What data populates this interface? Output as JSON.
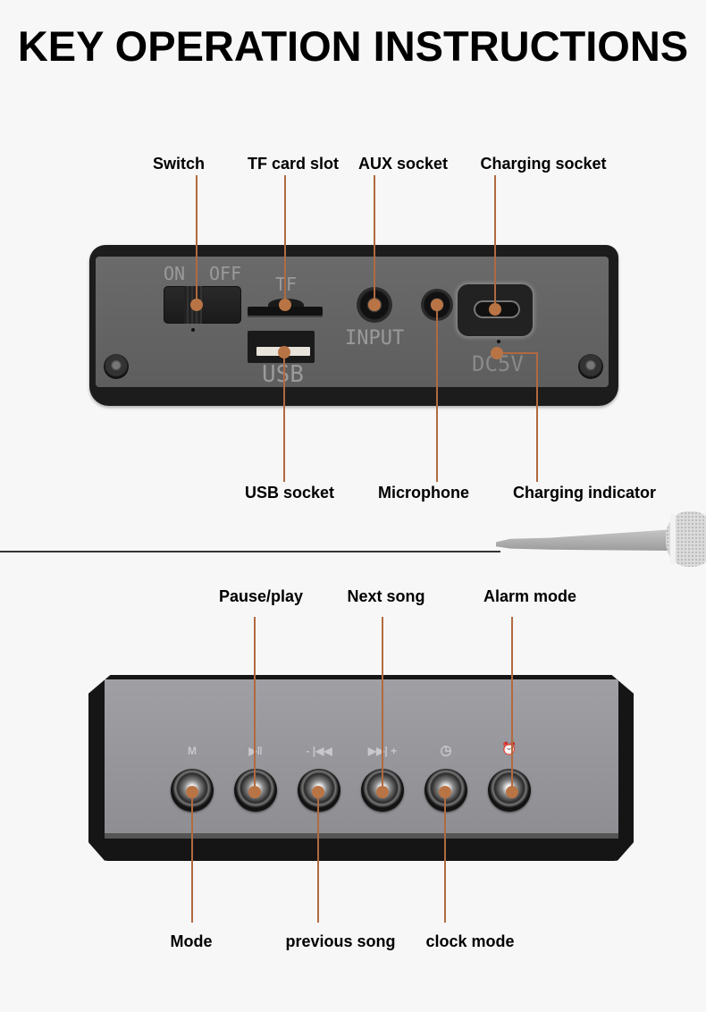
{
  "title": "KEY OPERATION INSTRUCTIONS",
  "accent_color": "#b06a40",
  "back_panel": {
    "top_labels": [
      {
        "id": "switch",
        "label": "Switch"
      },
      {
        "id": "tf-card-slot",
        "label": "TF card slot"
      },
      {
        "id": "aux-socket",
        "label": "AUX socket"
      },
      {
        "id": "charging-socket",
        "label": "Charging socket"
      }
    ],
    "bottom_labels": [
      {
        "id": "usb-socket",
        "label": "USB socket"
      },
      {
        "id": "microphone",
        "label": "Microphone"
      },
      {
        "id": "charging-indicator",
        "label": "Charging indicator"
      }
    ],
    "prints": {
      "on": "ON",
      "off": "OFF",
      "tf": "TF",
      "usb": "USB",
      "input": "INPUT",
      "dc": "DC5V"
    }
  },
  "button_panel": {
    "top_labels": [
      {
        "id": "pause-play",
        "label": "Pause/play"
      },
      {
        "id": "next-song",
        "label": "Next song"
      },
      {
        "id": "alarm-mode",
        "label": "Alarm mode"
      }
    ],
    "bottom_labels": [
      {
        "id": "mode",
        "label": "Mode"
      },
      {
        "id": "previous-song",
        "label": "previous song"
      },
      {
        "id": "clock-mode",
        "label": "clock mode"
      }
    ],
    "buttons": [
      {
        "name": "mode-button",
        "icon": "M"
      },
      {
        "name": "play-pause-button",
        "icon": "▶‖"
      },
      {
        "name": "previous-button",
        "icon": "- |◀◀"
      },
      {
        "name": "next-button",
        "icon": "▶▶| +"
      },
      {
        "name": "clock-button",
        "icon": "◷"
      },
      {
        "name": "alarm-button",
        "icon": "⏰"
      }
    ]
  }
}
